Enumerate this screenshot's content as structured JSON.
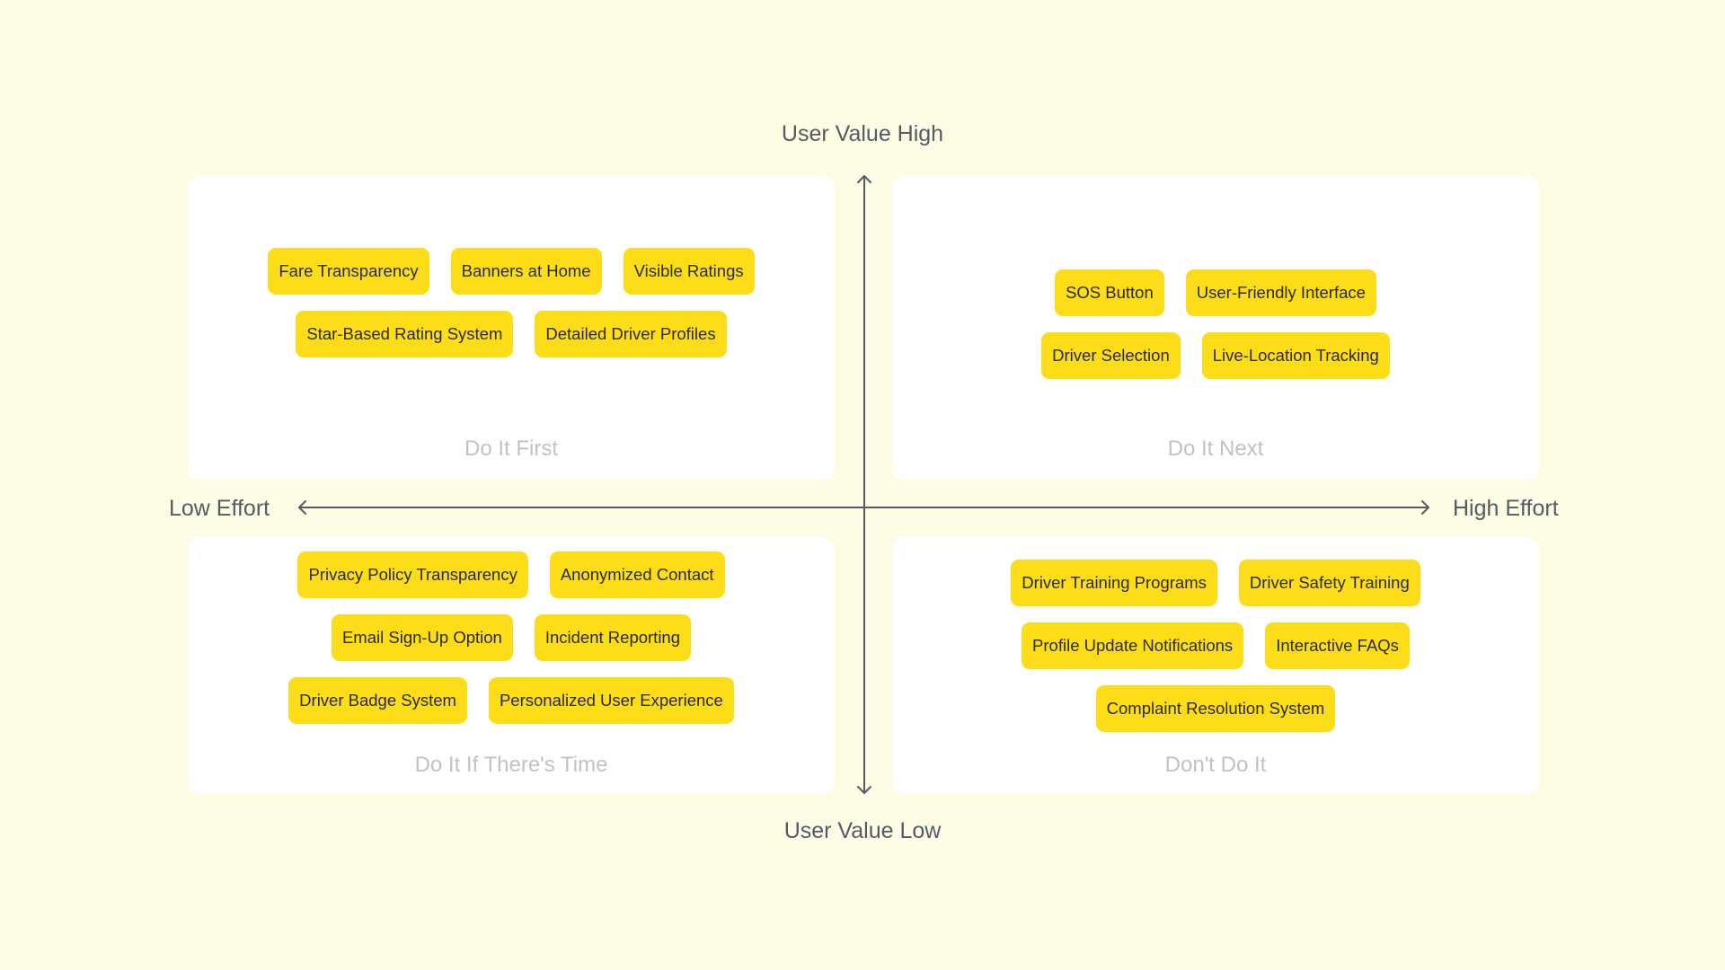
{
  "axes": {
    "top": "User Value High",
    "bottom": "User Value Low",
    "left": "Low Effort",
    "right": "High Effort"
  },
  "quadrants": {
    "top_left": {
      "title": "Do It First",
      "tags": [
        "Fare Transparency",
        "Banners at Home",
        "Visible Ratings",
        "Star-Based Rating System",
        "Detailed Driver Profiles"
      ]
    },
    "top_right": {
      "title": "Do It Next",
      "tags": [
        "SOS Button",
        "User-Friendly Interface",
        "Driver Selection",
        "Live-Location Tracking"
      ]
    },
    "bottom_left": {
      "title": "Do It If There's Time",
      "tags": [
        "Privacy Policy Transparency",
        "Anonymized Contact",
        "Email Sign-Up Option",
        "Incident Reporting",
        "Driver Badge System",
        "Personalized User Experience"
      ]
    },
    "bottom_right": {
      "title": "Don't Do It",
      "tags": [
        "Driver Training Programs",
        "Driver Safety Training",
        "Profile Update Notifications",
        "Interactive FAQs",
        "Complaint Resolution System"
      ]
    }
  },
  "colors": {
    "background": "#fdfde6",
    "tag": "#fddc18",
    "axis": "#555b63",
    "quadrant_title": "#c2c2c2"
  }
}
